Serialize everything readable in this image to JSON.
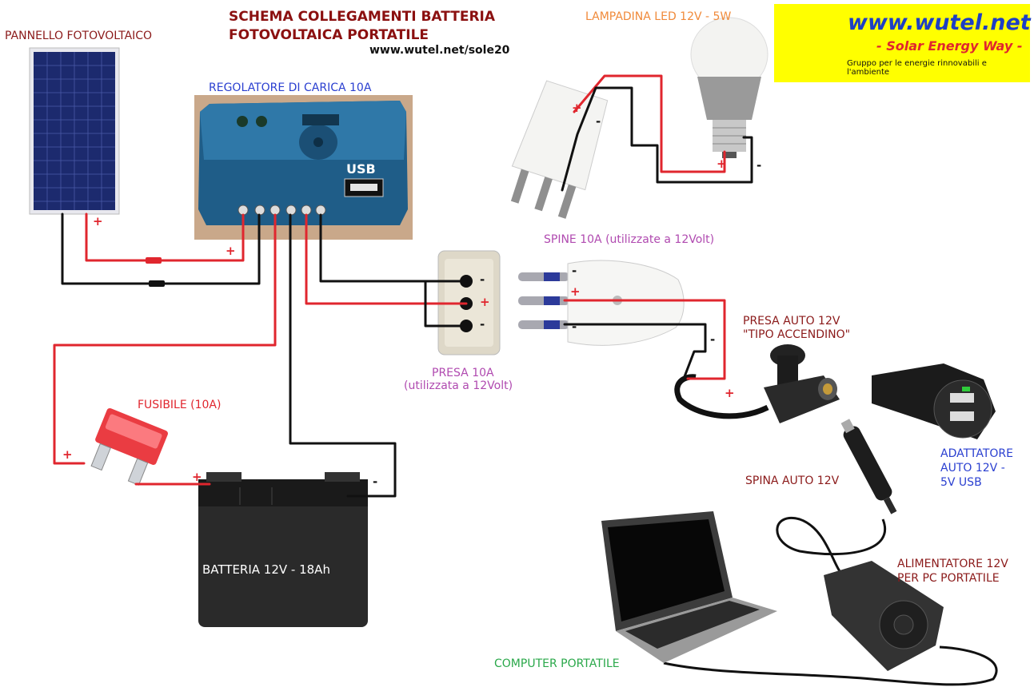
{
  "title": {
    "line1": "SCHEMA COLLEGAMENTI BATTERIA",
    "line2": "FOTOVOLTAICA PORTATILE",
    "url": "www.wutel.net/sole20"
  },
  "logo": {
    "site": "www.wutel.net",
    "slogan": "- Solar Energy Way -",
    "subtitle": "Gruppo per le energie rinnovabili e l'ambiente",
    "icon": "sun-icon",
    "background": "#ffff00"
  },
  "components": {
    "panel": "PANNELLO FOTOVOLTAICO",
    "regulator": "REGOLATORE DI CARICA 10A",
    "regulator_usb": "USB",
    "led_bulb": "LAMPADINA LED 12V - 5W",
    "plugs": "SPINE 10A (utilizzate a 12Volt)",
    "socket_line1": "PRESA 10A",
    "socket_line2": "(utilizzata a 12Volt)",
    "car_socket_line1": "PRESA AUTO 12V",
    "car_socket_line2": "\"TIPO ACCENDINO\"",
    "fuse": "FUSIBILE (10A)",
    "battery": "BATTERIA 12V - 18Ah",
    "car_plug": "SPINA AUTO 12V",
    "usb_adapter_line1": "ADATTATORE",
    "usb_adapter_line2": "AUTO 12V -",
    "usb_adapter_line3": "5V USB",
    "laptop_psu_line1": "ALIMENTATORE 12V",
    "laptop_psu_line2": "PER PC PORTATILE",
    "laptop": "COMPUTER PORTATILE"
  },
  "polarity": {
    "plus": "+",
    "minus": "-"
  },
  "colors": {
    "positive_wire": "#e0262e",
    "negative_wire": "#111111",
    "title": "#8b1010"
  }
}
